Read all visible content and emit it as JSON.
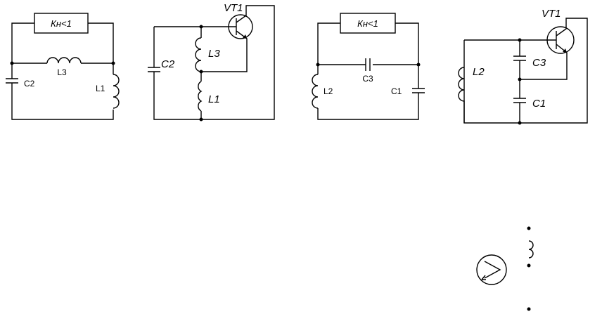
{
  "diagrams": {
    "d1": {
      "amp_label": "Кн<1",
      "c2": "C2",
      "l3": "L3",
      "l1": "L1"
    },
    "d2": {
      "transistor": "VT1",
      "c2": "C2",
      "l3": "L3",
      "l1": "L1"
    },
    "d3": {
      "amp_label": "Кн<1",
      "c3": "C3",
      "l2": "L2",
      "c1": "C1"
    },
    "d4": {
      "transistor": "VT1",
      "l2": "L2",
      "c3": "C3",
      "c1": "C1"
    }
  }
}
